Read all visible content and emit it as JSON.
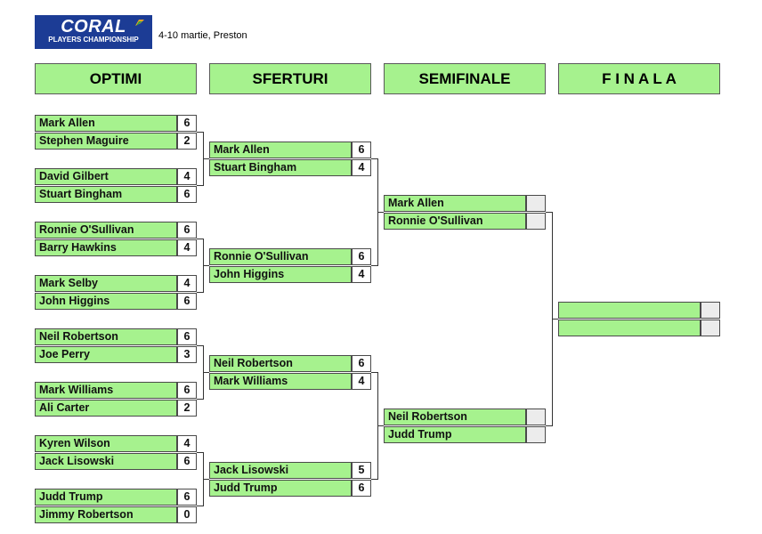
{
  "header": {
    "logo_brand": "CORAL",
    "logo_event": "PLAYERS CHAMPIONSHIP",
    "subtitle": "4-10 martie, Preston"
  },
  "rounds": [
    "OPTIMI",
    "SFERTURI",
    "SEMIFINALE",
    "F I N A L A"
  ],
  "colors": {
    "cell": "#a6f28e",
    "logo": "#1c3c95",
    "border": "#4a4a4a"
  },
  "matches": {
    "r16": [
      [
        {
          "name": "Mark Allen",
          "score": "6"
        },
        {
          "name": "Stephen Maguire",
          "score": "2"
        }
      ],
      [
        {
          "name": "David Gilbert",
          "score": "4"
        },
        {
          "name": "Stuart Bingham",
          "score": "6"
        }
      ],
      [
        {
          "name": "Ronnie O'Sullivan",
          "score": "6"
        },
        {
          "name": "Barry Hawkins",
          "score": "4"
        }
      ],
      [
        {
          "name": "Mark Selby",
          "score": "4"
        },
        {
          "name": "John Higgins",
          "score": "6"
        }
      ],
      [
        {
          "name": "Neil Robertson",
          "score": "6"
        },
        {
          "name": "Joe Perry",
          "score": "3"
        }
      ],
      [
        {
          "name": "Mark Williams",
          "score": "6"
        },
        {
          "name": "Ali Carter",
          "score": "2"
        }
      ],
      [
        {
          "name": "Kyren Wilson",
          "score": "4"
        },
        {
          "name": "Jack Lisowski",
          "score": "6"
        }
      ],
      [
        {
          "name": "Judd Trump",
          "score": "6"
        },
        {
          "name": "Jimmy Robertson",
          "score": "0"
        }
      ]
    ],
    "qf": [
      [
        {
          "name": "Mark Allen",
          "score": "6"
        },
        {
          "name": "Stuart Bingham",
          "score": "4"
        }
      ],
      [
        {
          "name": "Ronnie O'Sullivan",
          "score": "6"
        },
        {
          "name": "John Higgins",
          "score": "4"
        }
      ],
      [
        {
          "name": "Neil Robertson",
          "score": "6"
        },
        {
          "name": "Mark Williams",
          "score": "4"
        }
      ],
      [
        {
          "name": "Jack Lisowski",
          "score": "5"
        },
        {
          "name": "Judd Trump",
          "score": "6"
        }
      ]
    ],
    "sf": [
      [
        {
          "name": "Mark Allen",
          "score": ""
        },
        {
          "name": "Ronnie O'Sullivan",
          "score": ""
        }
      ],
      [
        {
          "name": "Neil Robertson",
          "score": ""
        },
        {
          "name": "Judd Trump",
          "score": ""
        }
      ]
    ],
    "final": [
      [
        {
          "name": "",
          "score": ""
        },
        {
          "name": "",
          "score": ""
        }
      ]
    ]
  }
}
